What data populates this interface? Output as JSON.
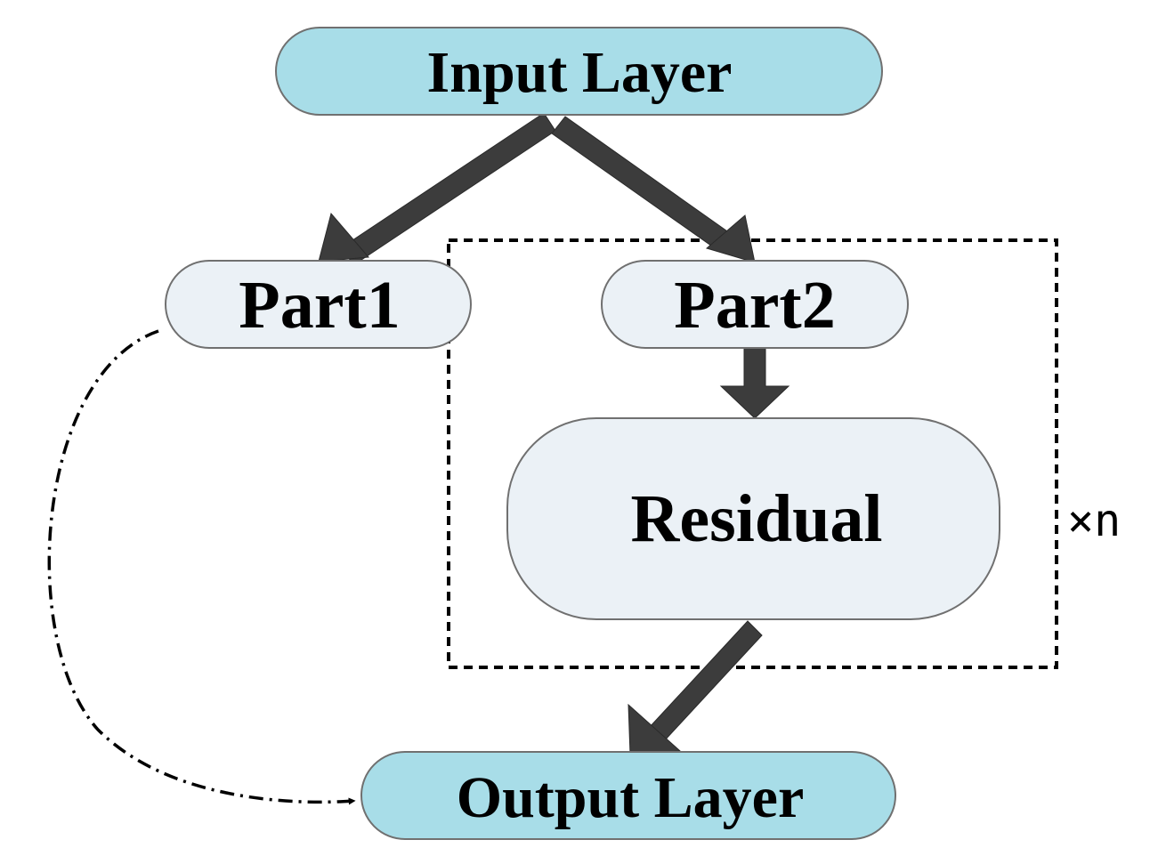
{
  "diagram": {
    "nodes": {
      "input": {
        "label": "Input Layer"
      },
      "part1": {
        "label": "Part1"
      },
      "part2": {
        "label": "Part2"
      },
      "residual": {
        "label": "Residual"
      },
      "output": {
        "label": "Output Layer"
      }
    },
    "repeat_label": "×n",
    "edges": [
      {
        "from": "input",
        "to": "part1",
        "style": "thick-arrow"
      },
      {
        "from": "input",
        "to": "part2",
        "style": "thick-arrow"
      },
      {
        "from": "part2",
        "to": "residual",
        "style": "thick-arrow"
      },
      {
        "from": "residual",
        "to": "output",
        "style": "thick-arrow"
      },
      {
        "from": "part1",
        "to": "output",
        "style": "dash-dot-curve"
      }
    ],
    "colors": {
      "io_fill": "#a8dde8",
      "part_fill": "#ebf1f6",
      "node_border": "#707070",
      "arrow": "#3c3c3c",
      "dashed": "#000000"
    }
  }
}
